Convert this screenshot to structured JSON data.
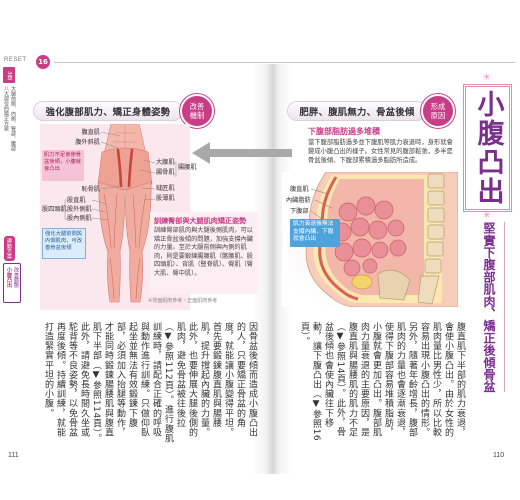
{
  "header": {
    "reset_label": "RESET",
    "chapter_badge": "16"
  },
  "left_margin": {
    "chapter_tag": "3章",
    "chapter_lines": [
      "大腿前側、內側、臀部、腰部",
      "八大部位的矯正方案"
    ],
    "section_tag": "運動方案",
    "topic_lines": [
      "改善體態",
      "小腹凸出"
    ]
  },
  "title": {
    "main": "小腹凸出",
    "sub": "堅實下腹部肌肉、矯正後傾骨盆"
  },
  "right_section": {
    "badge": [
      "形成",
      "原因"
    ],
    "heading": "肥胖、腹肌無力、骨盆後傾",
    "sub_heading": "下腹部脂肪過多堆積",
    "sub_text": "當下腹部脂肪過多並下腹肌等肌力衰退時，身形就會變成小腹凸出的樣子。女性常見的腹部鬆弛，多半是骨盆後傾、下腹部累積過多脂肪所造成。",
    "figure_labels": [
      "腹直肌",
      "內臟脂肪",
      "下腹部"
    ],
    "callout": "肌力衰退後無法支撐內臟，下腹就會凸出"
  },
  "left_section": {
    "badge": [
      "改善",
      "機制"
    ],
    "heading": "強化腹部肌力、矯正身體姿勢",
    "left_labels": [
      "腹直肌",
      "腹外斜肌",
      "恥骨肌"
    ],
    "quad": {
      "group": "股四頭肌",
      "parts": [
        "股直肌",
        "股外側肌",
        "股內側肌"
      ]
    },
    "right_labels": [
      "大腰肌",
      "腸骨肌",
      "縫匠肌",
      "股薄肌"
    ],
    "bracket_label": "腸腰肌",
    "callout_pink": "肌力不足會使骨盆後傾，小腹就會凸出",
    "callout_blue": "強化大腿前側與內側肌肉，可改善骨盆後傾",
    "training": {
      "heading": "訓練臀部與大腿肌肉矯正姿勢",
      "text": "訓練臀部肌肉與大腿後側肌肉，可以矯正骨盆後傾的問題，加強支撐內臟的力量。至於大腿前側與內側的肌肉，則是要鍛鍊腸腰肌（髂腰肌、股四頭肌）、背肌（豎脊肌）、臀肌（臀大肌、臀中肌）。"
    },
    "caption": "※背面肌肉參考・正面肌肉參考"
  },
  "body": {
    "right_text": "腹直肌下半部的肌力衰退，會使小腹凸出。由於女性的肌肉量比男性少，所以比較容易出現小腹凸出的情形。另外，隨著年齡增長，腹部肌肉的力量也會逐漸衰退，使得下腹部容易堆積脂肪，小腹就會更加凸出。腹部肌肉力量衰退的主要原因，是腹直肌與腸腰肌的肌力不足（▼參照14頁）。此外，骨盆後傾也會使內臟往下移動，讓下腹凸出（▼參照16頁）。",
    "left_text": "因骨盆後傾而造成小腹凸出的人，只要矯正骨盆的角度，就能讓小腹變得平坦。首先要鍛鍊腹直肌與腸腰肌，提升撐起內臟的力量。此外，也要伸展大腿後側的肌肉，避免骨盆被往後拉（▼參照112頁）。進行腹肌訓練時，請配合正確的呼吸與動作進行訓練。只做仰臥起坐並無法有效鍛鍊下腹部，必須加入抬腿等動作，才能同時鍛鍊腸腰肌與腹直肌下半部（▼參照114頁）。此外，請避免長時間久坐或駝背等不良姿勢，以免骨盆再度後傾。持續訓練，就能打造緊實平坦的小腹。"
  },
  "page_numbers": {
    "left": "111",
    "right": "110"
  },
  "colors": {
    "accent_magenta": "#c93d86",
    "title_purple": "#7a2f8f",
    "callout_blue": "#4fa3dc",
    "arrow_gray": "#a9a9a9"
  },
  "icons": {
    "title_decor": "asterisk-star-icon",
    "flow_arrow": "left-arrow-icon"
  }
}
